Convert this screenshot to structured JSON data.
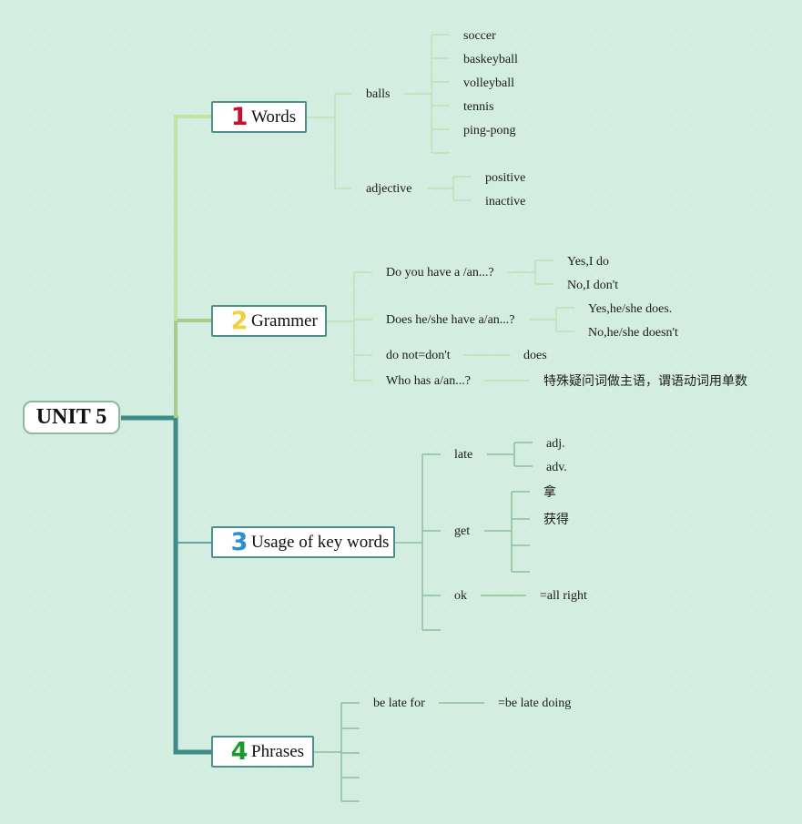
{
  "root": {
    "label": "UNIT 5"
  },
  "topics": [
    {
      "num": "1",
      "label": "Words",
      "num_color": "#c8102e"
    },
    {
      "num": "2",
      "label": "Grammer",
      "num_color": "#f2cf3f"
    },
    {
      "num": "3",
      "label": "Usage of key words",
      "num_color": "#2a90d0"
    },
    {
      "num": "4",
      "label": "Phrases",
      "num_color": "#1a9a2a"
    }
  ],
  "words": {
    "balls": {
      "label": "balls",
      "items": [
        "soccer",
        "baskeyball",
        "volleyball",
        "tennis",
        "ping-pong"
      ]
    },
    "adjective": {
      "label": "adjective",
      "items": [
        "positive",
        "inactive"
      ]
    }
  },
  "grammar": {
    "q1": {
      "label": "Do you have a /an...?",
      "answers": [
        "Yes,I do",
        "No,I don't"
      ]
    },
    "q2": {
      "label": "Does he/she have a/an...?",
      "answers": [
        "Yes,he/she does.",
        "No,he/she doesn't"
      ]
    },
    "dont": {
      "label": "do not=don't",
      "value": "does"
    },
    "who": {
      "label": "Who has a/an...?",
      "value": "特殊疑问词做主语，谓语动词用单数"
    }
  },
  "usage": {
    "late": {
      "label": "late",
      "items": [
        "adj.",
        "adv."
      ]
    },
    "get": {
      "label": "get",
      "items": [
        "拿",
        "获得"
      ]
    },
    "ok": {
      "label": "ok",
      "value": "=all right"
    }
  },
  "phrases": {
    "be_late_for": {
      "label": "be late for",
      "value": "=be late doing"
    }
  },
  "colors": {
    "background": "#d3eee1",
    "trunk": "#3d8c88",
    "branch_words": "#c5e2a5",
    "branch_grammar": "#a9cc8a",
    "branch_usage": "#8dbf9a",
    "detail_lines": "#bfe0b5"
  }
}
